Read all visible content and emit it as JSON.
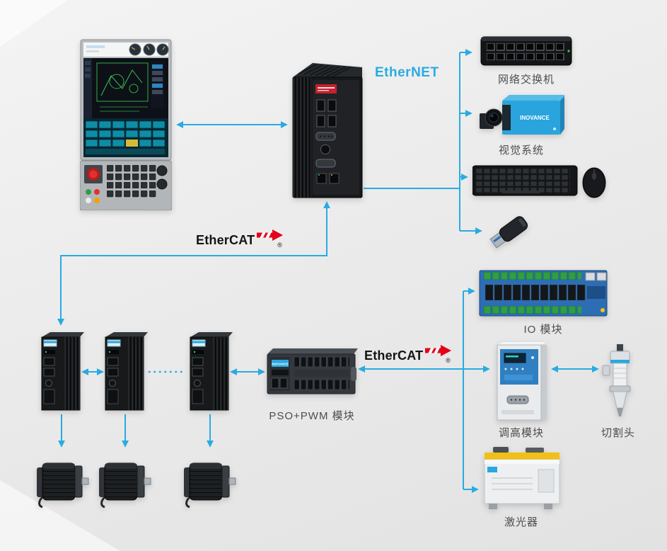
{
  "protocols": {
    "ethernet": {
      "label": "EtherNET",
      "color": "#29abe2"
    },
    "ethercat_upper": {
      "label": "EtherCAT",
      "registered": "®",
      "arrow_color": "#e2001a"
    },
    "ethercat_lower": {
      "label": "EtherCAT",
      "registered": "®",
      "arrow_color": "#e2001a"
    }
  },
  "connections": {
    "line_color": "#29abe2"
  },
  "nodes": {
    "network_switch": {
      "label": "网络交换机"
    },
    "vision_system": {
      "label": "视觉系统",
      "brand": "INOVANCE"
    },
    "io_module": {
      "label": "IO 模块"
    },
    "height_controller": {
      "label": "调高模块"
    },
    "cutting_head": {
      "label": "切割头"
    },
    "laser_source": {
      "label": "激光器"
    },
    "pso_pwm_module": {
      "label": "PSO+PWM 模块",
      "brand": "INOVANCE"
    }
  }
}
